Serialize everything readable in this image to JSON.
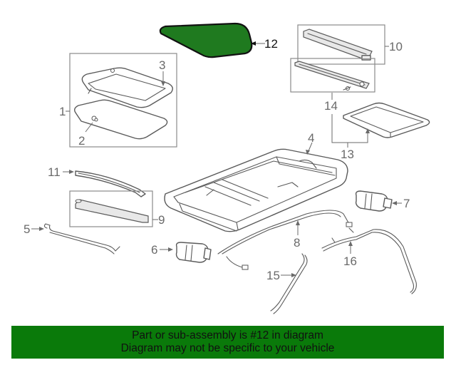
{
  "callouts": {
    "n1": "1",
    "n2": "2",
    "n3": "3",
    "n4": "4",
    "n5": "5",
    "n6": "6",
    "n7": "7",
    "n8": "8",
    "n9": "9",
    "n10": "10",
    "n11": "11",
    "n12": "12",
    "n13": "13",
    "n14": "14",
    "n15": "15",
    "n16": "16"
  },
  "highlight": {
    "part_number": "12",
    "color": "#1f7a1f"
  },
  "banner": {
    "line1": "Part or sub-assembly is #12 in diagram",
    "line2": "Diagram may not be specific to your vehicle",
    "color": "#0a7a0a"
  }
}
